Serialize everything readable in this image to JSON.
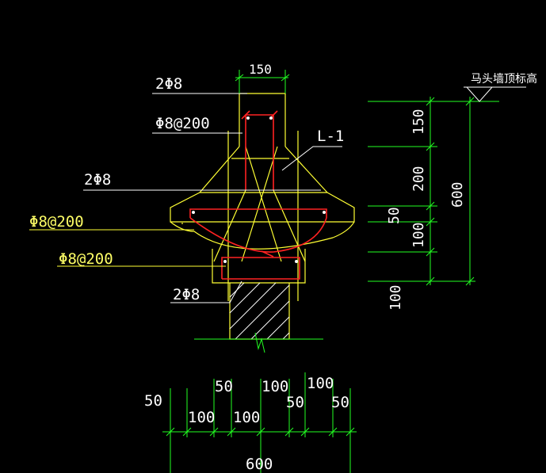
{
  "colors": {
    "background": "#000000",
    "outline": "#ffff33",
    "rebar": "#ff2222",
    "dimension": "#22ff22",
    "text_white": "#ffffff",
    "text_yellow": "#ffff66",
    "hatch": "#ffffff"
  },
  "labels": {
    "top_bars": "2Φ8",
    "stirrup_top": "Φ8@200",
    "beam_tag": "L-1",
    "mid_bars": "2Φ8",
    "stirrup_mid": "Φ8@200",
    "stirrup_low": "Φ8@200",
    "bottom_bars": "2Φ8",
    "elevation_mark": "马头墙顶标高"
  },
  "dims": {
    "top_width": "150",
    "right_150": "150",
    "right_200": "200",
    "right_50": "50",
    "right_100": "100",
    "right_total": "600",
    "right_bottom_100": "100",
    "b_50_a": "50",
    "b_100_a": "100",
    "b_50_b": "50",
    "b_100_b": "100",
    "b_100_c": "100",
    "b_50_c": "50",
    "b_100_d": "100",
    "b_50_d": "50",
    "b_total": "600"
  }
}
